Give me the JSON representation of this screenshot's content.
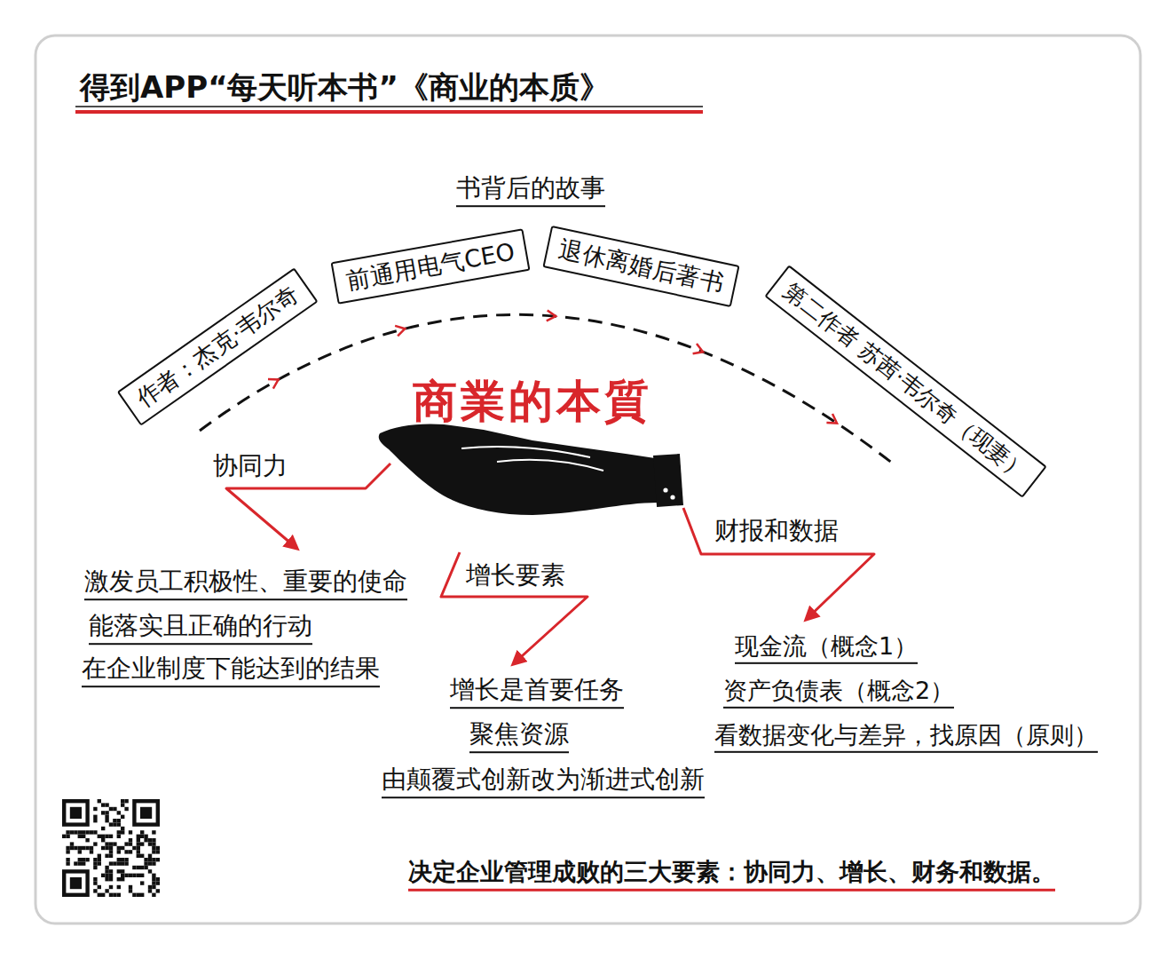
{
  "diagram": {
    "title": "得到APP“每天听本书”《商业的本质》",
    "caption": "决定企业管理成败的三大要素：协同力、增长、财务和数据。",
    "nodes": [
      {
        "text": [
          "作者：杰克·韦尔奇"
        ]
      },
      {
        "text": [
          "前通用电气CEO"
        ]
      },
      {
        "text": [
          "退休离婚后著书"
        ]
      },
      {
        "text": [
          "第二作者 苏茜·韦尔奇（现妻）"
        ]
      }
    ],
    "labels": [
      "书背后的故事",
      "商業的本質",
      "协同力",
      "激发员工积极性、重要的使命",
      "能落实且正确的行动",
      "在企业制度下能达到的结果",
      "增长要素",
      "增长是首要任务",
      "聚焦资源",
      "由颠覆式创新改为渐进式创新",
      "财报和数据",
      "现金流（概念1）",
      "资产负债表（概念2）",
      "看数据变化与差异，找原因（原则）"
    ]
  }
}
